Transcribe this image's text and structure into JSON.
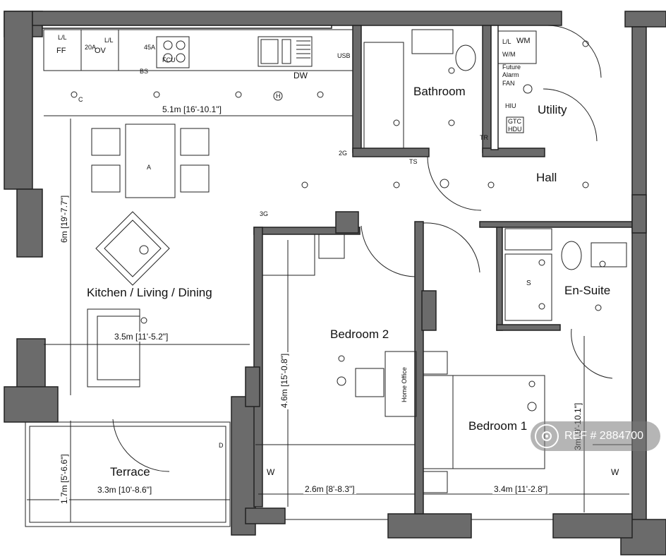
{
  "rooms": {
    "kitchen": "Kitchen / Living / Dining",
    "bathroom": "Bathroom",
    "utility": "Utility",
    "hall": "Hall",
    "bedroom2": "Bedroom 2",
    "ensuite": "En-Suite",
    "bedroom1": "Bedroom 1",
    "terrace": "Terrace",
    "home_office": "Home Office"
  },
  "dimensions": {
    "kitchen_width": "5.1m [16'-10.1\"]",
    "kitchen_depth": "6m [19'-7.7\"]",
    "kitchen_inner": "3.5m [11'-5.2\"]",
    "terrace_width": "3.3m [10'-8.6\"]",
    "terrace_depth": "1.7m [5'-6.6\"]",
    "bedroom2_width": "2.6m [8'-8.3\"]",
    "bedroom2_depth": "4.6m [15'-0.8\"]",
    "bedroom1_width": "3.4m [11'-2.8\"]",
    "bedroom1_depth": "3m [9'-10.1\"]"
  },
  "appliances": {
    "ff": "FF",
    "ov": "OV",
    "dw": "DW",
    "wm": "WM",
    "hob_ll": "L/L",
    "ov_ll": "L/L",
    "a20": "20A",
    "a45": "45A",
    "bs": "BS",
    "fcu": "FCU",
    "usb": "USB",
    "w_left": "W",
    "w_right": "W",
    "s": "S"
  },
  "utility_labels": {
    "ll": "L/L",
    "wm": "W/M",
    "future": "Future",
    "alarm": "Alarm",
    "fan": "FAN",
    "hiu": "HIU",
    "gtc": "GTC",
    "hdu": "HDU"
  },
  "symbols": {
    "c": "C",
    "a": "A",
    "h": "H",
    "d": "D",
    "ts": "TS",
    "tr": "TR",
    "g2": "2G",
    "g3": "3G"
  },
  "ref": {
    "text": "REF # 2884700"
  }
}
